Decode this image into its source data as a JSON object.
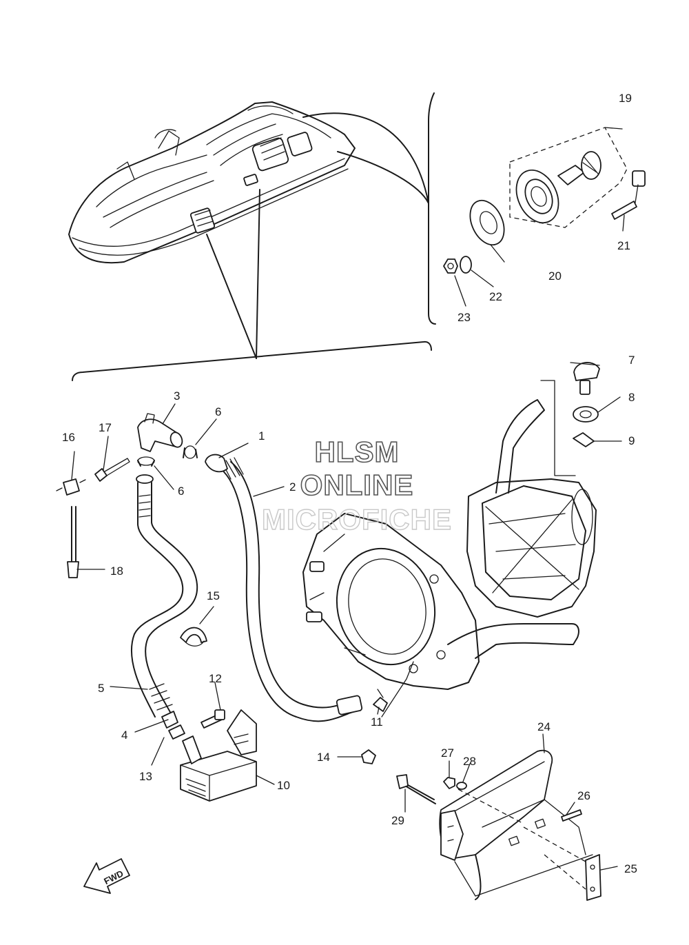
{
  "watermark": {
    "line1": "HLSM",
    "line2": "ONLINE",
    "line3": "MICROFICHE"
  },
  "direction_label": "FWD",
  "callouts": [
    {
      "id": "1",
      "label": "1"
    },
    {
      "id": "2",
      "label": "2"
    },
    {
      "id": "3",
      "label": "3"
    },
    {
      "id": "4",
      "label": "4"
    },
    {
      "id": "5",
      "label": "5"
    },
    {
      "id": "6a",
      "label": "6"
    },
    {
      "id": "6b",
      "label": "6"
    },
    {
      "id": "7",
      "label": "7"
    },
    {
      "id": "8",
      "label": "8"
    },
    {
      "id": "9",
      "label": "9"
    },
    {
      "id": "10",
      "label": "10"
    },
    {
      "id": "11",
      "label": "11"
    },
    {
      "id": "12",
      "label": "12"
    },
    {
      "id": "13",
      "label": "13"
    },
    {
      "id": "14",
      "label": "14"
    },
    {
      "id": "15",
      "label": "15"
    },
    {
      "id": "16",
      "label": "16"
    },
    {
      "id": "17",
      "label": "17"
    },
    {
      "id": "18",
      "label": "18"
    },
    {
      "id": "19",
      "label": "19"
    },
    {
      "id": "20",
      "label": "20"
    },
    {
      "id": "21",
      "label": "21"
    },
    {
      "id": "22",
      "label": "22"
    },
    {
      "id": "23",
      "label": "23"
    },
    {
      "id": "24",
      "label": "24"
    },
    {
      "id": "25",
      "label": "25"
    },
    {
      "id": "26",
      "label": "26"
    },
    {
      "id": "27",
      "label": "27"
    },
    {
      "id": "28",
      "label": "28"
    },
    {
      "id": "29",
      "label": "29"
    }
  ]
}
